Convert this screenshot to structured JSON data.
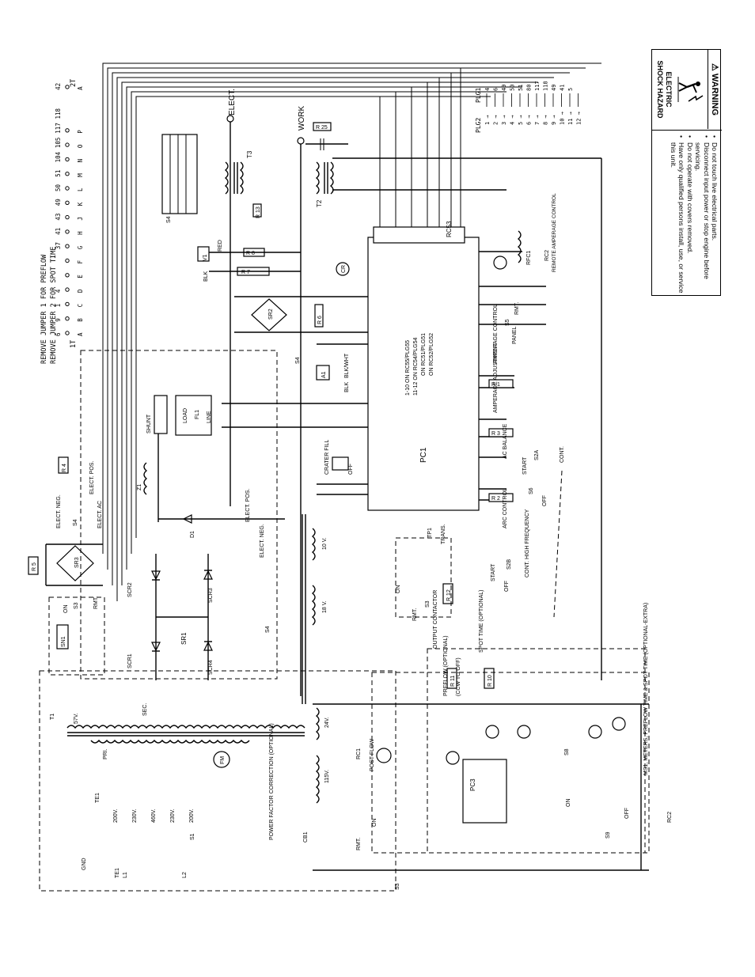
{
  "warning": {
    "header": "WARNING",
    "hazard_line1": "ELECTRIC",
    "hazard_line2": "SHOCK HAZARD",
    "items": [
      "Do not touch live electrical parts.",
      "Disconnect input power or stop engine before servicing.",
      "Do not operate with covers removed.",
      "Have only qualified persons install, use, or service this unit."
    ]
  },
  "header_notes": [
    "REMOVE JUMPER 1 FOR PREFLOW",
    "REMOVE JUMPER 2 FOR SPOT TIME"
  ],
  "terminal_strip": {
    "id": "1T",
    "wires": [
      "6",
      "9",
      "1",
      "4",
      "",
      "",
      "37",
      "41",
      "43",
      "49",
      "50",
      "51",
      "104",
      "105",
      "117",
      "118",
      "",
      "42"
    ],
    "letters": [
      "A",
      "B",
      "C",
      "D",
      "E",
      "F",
      "G",
      "H",
      "J",
      "K",
      "L",
      "M",
      "N",
      "O",
      "P",
      "",
      "",
      "A"
    ],
    "end_label": "2T"
  },
  "plug_table": {
    "plg1": "PLG1",
    "plg2": "PLG2",
    "rows": [
      {
        "pin": "1",
        "wire": "4"
      },
      {
        "pin": "2",
        "wire": "6"
      },
      {
        "pin": "3",
        "wire": "49"
      },
      {
        "pin": "4",
        "wire": "50"
      },
      {
        "pin": "5",
        "wire": "51"
      },
      {
        "pin": "6",
        "wire": "80"
      },
      {
        "pin": "7",
        "wire": "117"
      },
      {
        "pin": "8",
        "wire": "118"
      },
      {
        "pin": "9",
        "wire": "49"
      },
      {
        "pin": "10",
        "wire": "41"
      },
      {
        "pin": "11",
        "wire": "5"
      },
      {
        "pin": "12",
        "wire": ""
      }
    ]
  },
  "labels": {
    "elect": "ELECT.",
    "work": "WORK",
    "t3": "T3",
    "t2": "T2",
    "t1": "T1",
    "rc53": "RC53",
    "pc1": "PC1",
    "pc3": "PC3",
    "shunt": "SHUNT",
    "load": "LOAD",
    "line": "LINE",
    "fl1": "FL1",
    "z1": "Z1",
    "sr1": "SR1",
    "sr2": "SR2",
    "sr3": "SR3",
    "scr1": "SCR1",
    "scr2": "SCR2",
    "scr3": "SCR3",
    "scr4": "SCR4",
    "d1": "D1",
    "s4": "S4",
    "s3": "S3",
    "s1": "S1",
    "s5": "S5",
    "s6": "S6",
    "s8": "S8",
    "s9": "S9",
    "s2a": "S2A",
    "s2b": "S2B",
    "sec": "SEC.",
    "pri": "PRI.",
    "fm": "FM",
    "v1": "V1",
    "a1": "A1",
    "cr": "CR",
    "crater_fill": "CRATER FILL",
    "amperage_adjustment": "AMPERAGE ADJUSTMENT",
    "amperage_control": "AMPERAGE CONTROL",
    "panel": "PANEL",
    "rmt": "RMT.",
    "ac_balance": "AC BALANCE",
    "arc_control": "ARC CONTROL",
    "remote_amperage_control": "REMOTE AMPERAGE CONTROL",
    "rfc1": "RFC1",
    "rc2": "RC2",
    "start": "START",
    "cont": "CONT.",
    "off": "OFF",
    "on": "ON",
    "cont_high_frequency": "CONT. HIGH FREQUENCY",
    "output_contactor": "OUTPUT CONTACTOR",
    "preflow": "PREFLOW (OPTIONAL)",
    "spot_time": "SPOT TIME (OPTIONAL)",
    "ccw_to_off": "(CCW TO OFF)",
    "post_flow": "POST FLOW",
    "power_factor": "POWER FACTOR CORRECTION (OPTIONAL)",
    "ms1_note": "MS1, METERS, PREFLOW TIME & SPOT TIME (OPTIONAL-EXTRA)",
    "elect_pos": "ELECT. POS.",
    "elect_neg": "ELECT. NEG.",
    "elect_ac": "ELECT. AC",
    "v10": "10 V.",
    "v18": "18 V.",
    "v24": "24V.",
    "v115": "115V.",
    "v57": "57V.",
    "v200": "200V.",
    "v230": "230V.",
    "v460": "460V.",
    "te1": "TE1",
    "l1": "L1",
    "l2": "L2",
    "gnd": "GND",
    "cb1": "CB1",
    "rc1": "RC1",
    "trans": "TRANS.",
    "tp1": "TP1",
    "sn1": "SN1",
    "red": "RED",
    "blk": "BLK",
    "blk_wht": "BLK/WHT",
    "legend1": "1-10 ON RC55/PLG55",
    "legend2": "11-12 ON RC54/PLG54",
    "legend3": "ON RC51/PLG51",
    "legend4": "ON RC52/PLG52",
    "jumper1": "1",
    "jumper2": "2"
  }
}
